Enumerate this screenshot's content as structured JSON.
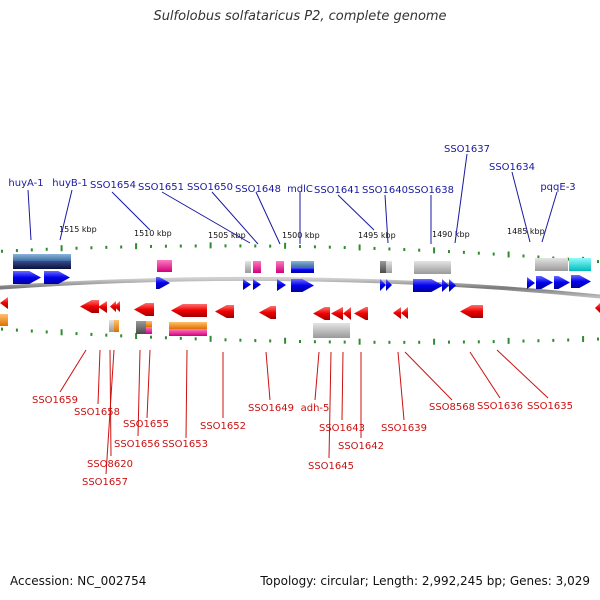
{
  "title": "Sulfolobus solfataricus P2, complete genome",
  "footer": {
    "accession": "Accession: NC_002754",
    "summary": "Topology: circular; Length: 2,992,245 bp; Genes: 3,029"
  },
  "colors": {
    "forward_gene": "#0000ff",
    "reverse_gene": "#ff0000",
    "forward_label": "#1a1aa0",
    "reverse_label": "#cc1111",
    "backbone": "#8a8a8a",
    "tick": "#2e8b2e",
    "steelblue_feature": "#4a7fb5",
    "navy_feature": "#101850",
    "magenta_feature": "#ff1493",
    "gray_feature": "#b4b4b4",
    "cyan_feature": "#00dddd",
    "orange_feature": "#ff8c00"
  },
  "scale": {
    "unit": "kbp",
    "labels": [
      "1515 kbp",
      "1510 kbp",
      "1505 kbp",
      "1500 kbp",
      "1495 kbp",
      "1490 kbp",
      "1485 kbp"
    ]
  },
  "forward_strand": {
    "labels": [
      "huyA-1",
      "huyB-1",
      "SSO1654",
      "SSO1651",
      "SSO1650",
      "SSO1648",
      "mdlC",
      "SSO1641",
      "SSO1640",
      "SSO1638",
      "SSO1637",
      "SSO1634",
      "pqqE-3"
    ],
    "arrow_count": 18
  },
  "reverse_strand": {
    "labels": [
      "SSO1659",
      "SSO1658",
      "SSO8620",
      "SSO1657",
      "SSO1656",
      "SSO1655",
      "SSO1653",
      "SSO1652",
      "SSO1649",
      "adh-5",
      "SSO1645",
      "SSO1643",
      "SSO1642",
      "SSO1639",
      "SSO8568",
      "SSO1636",
      "SSO1635"
    ],
    "arrow_count": 17
  }
}
